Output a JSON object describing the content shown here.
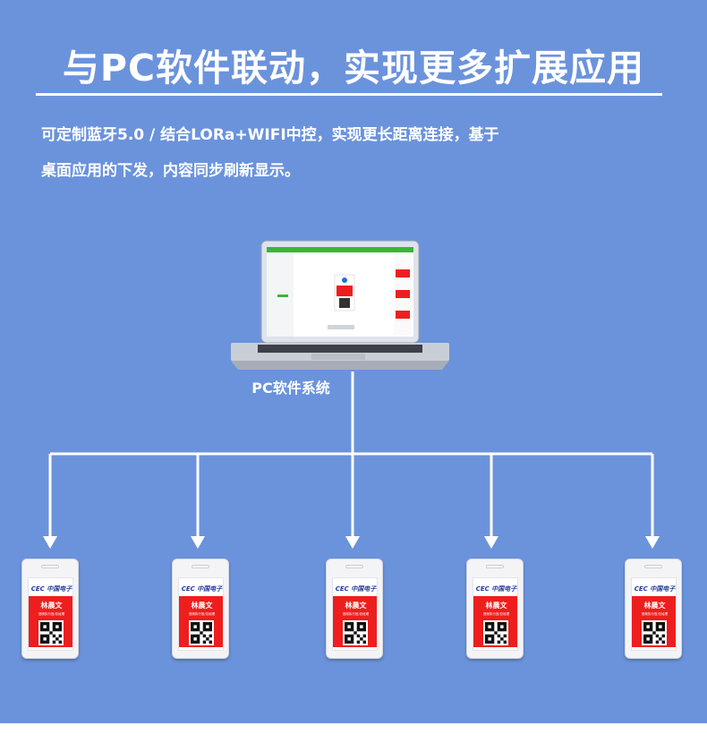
{
  "header": {
    "title": "与PC软件联动，实现更多扩展应用",
    "description_line1": "可定制蓝牙5.0 / 结合LORa+WIFI中控，实现更长距离连接，基于",
    "description_line2": "桌面应用的下发，内容同步刷新显示。"
  },
  "hub": {
    "label": "PC软件系统",
    "icon": "laptop-icon"
  },
  "badge_template": {
    "logo_text": "CEC 中国电子",
    "name": "林晨文",
    "role": "首席执行官/总经理"
  },
  "badge_count": 5,
  "colors": {
    "background": "#6b93dc",
    "connector": "#ffffff",
    "badge_accent": "#ee1e1e",
    "app_accent": "#3cb43c"
  }
}
